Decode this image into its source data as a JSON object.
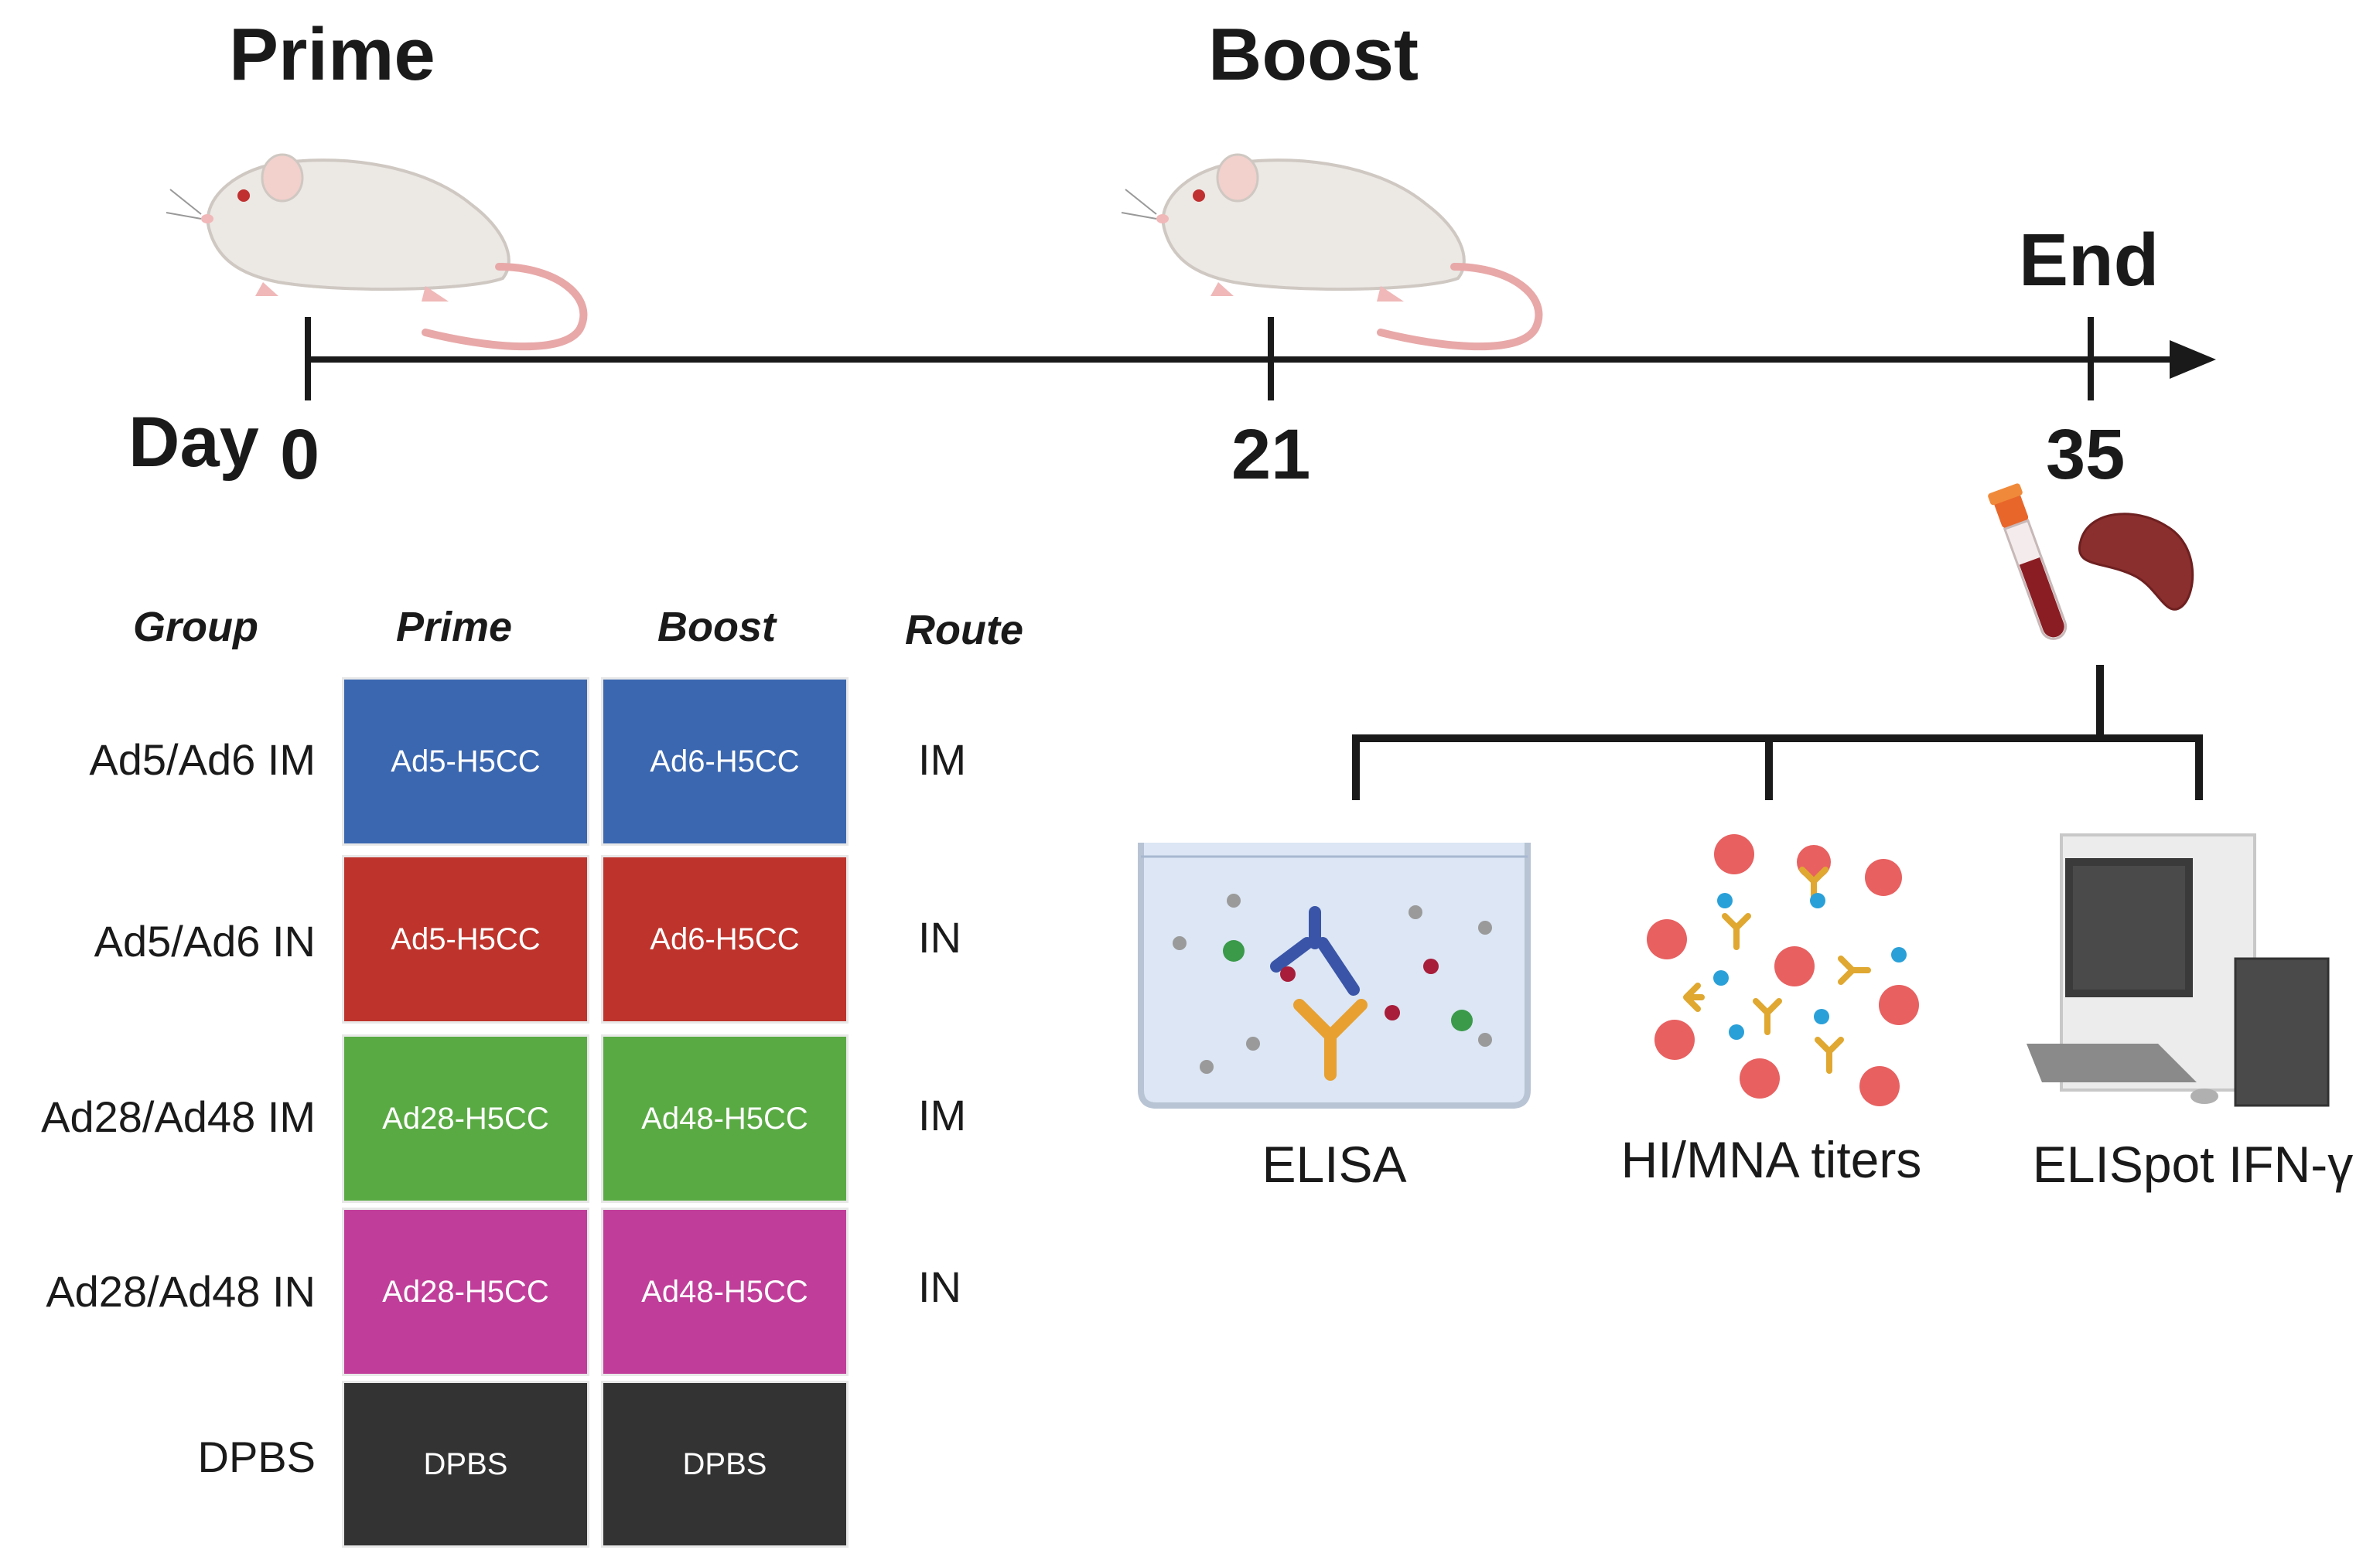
{
  "timeline": {
    "events": [
      {
        "label": "Prime",
        "day": "0"
      },
      {
        "label": "Boost",
        "day": "21"
      },
      {
        "label": "End",
        "day": "35"
      }
    ],
    "day_label": "Day"
  },
  "table": {
    "headers": {
      "group": "Group",
      "prime": "Prime",
      "boost": "Boost",
      "route": "Route"
    },
    "rows": [
      {
        "group": "Ad5/Ad6 IM",
        "prime": "Ad5-H5CC",
        "boost": "Ad6-H5CC",
        "route": "IM",
        "color": "#3B67B0"
      },
      {
        "group": "Ad5/Ad6 IN",
        "prime": "Ad5-H5CC",
        "boost": "Ad6-H5CC",
        "route": "IN",
        "color": "#BE342C"
      },
      {
        "group": "Ad28/Ad48 IM",
        "prime": "Ad28-H5CC",
        "boost": "Ad48-H5CC",
        "route": "IM",
        "color": "#5AAA44"
      },
      {
        "group": "Ad28/Ad48 IN",
        "prime": "Ad28-H5CC",
        "boost": "Ad48-H5CC",
        "route": "IN",
        "color": "#C03E9A"
      },
      {
        "group": "DPBS",
        "prime": "DPBS",
        "boost": "DPBS",
        "route": "",
        "color": "#333333"
      }
    ]
  },
  "assays": [
    {
      "label": "ELISA"
    },
    {
      "label": "HI/MNA titers"
    },
    {
      "label": "ELISpot IFN-γ"
    }
  ],
  "icons": [
    "mouse-icon",
    "blood-tube-icon",
    "spleen-icon",
    "elisa-well-icon",
    "antibody-cells-icon",
    "computer-icon"
  ]
}
